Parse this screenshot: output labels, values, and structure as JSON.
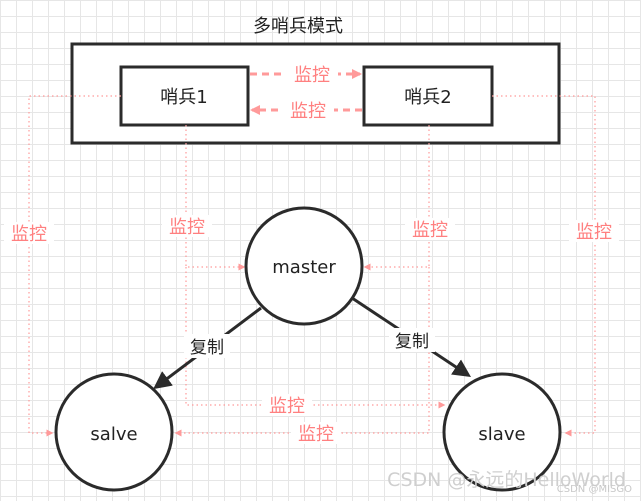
{
  "title": "多哨兵模式",
  "sentinels": [
    "哨兵1",
    "哨兵2"
  ],
  "nodes": {
    "master": "master",
    "left_slave": "salve",
    "right_slave": "slave"
  },
  "labels": {
    "monitor": "监控",
    "replicate": "复制"
  },
  "colors": {
    "monitor_line": "#ff9a9a",
    "monitor_text": "#ff8080",
    "outline": "#2b2b2b",
    "grid": "#e6e6e6"
  },
  "watermark": {
    "main": "CSDN @永远的HelloWorld",
    "small": "CSDN @MISGO"
  }
}
